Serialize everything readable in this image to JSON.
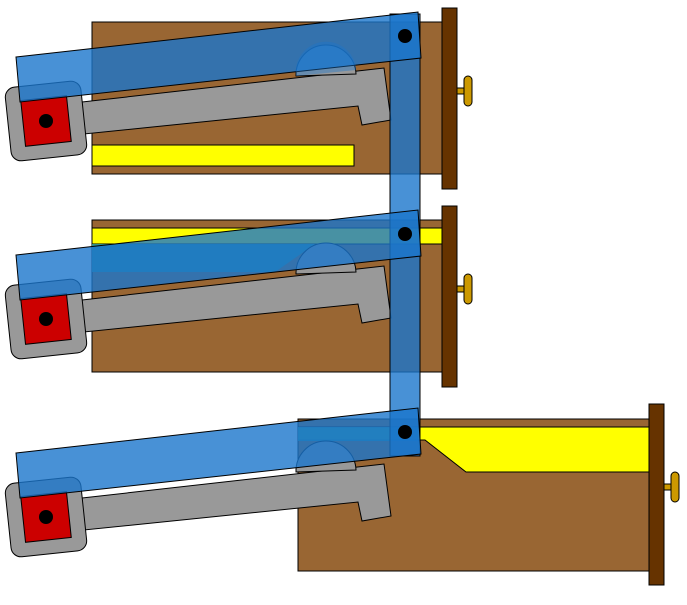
{
  "colors": {
    "background": "#ffffff",
    "drawer_body": "#996633",
    "drawer_front": "#663300",
    "drawer_contents": "#ffff00",
    "drawer_contents_stripe": "#ffff00",
    "handle_knob": "#cc9900",
    "interlock_bar": "#1a75cc",
    "interlock_bar_opacity": "0.8",
    "lever_arm": "#999999",
    "pivot_block": "#cc0000",
    "pivot_block_frame": "#999999",
    "pin": "#000000",
    "outline": "#000000",
    "overlap_tint": "#2e9999"
  },
  "drawers": [
    {
      "id": "top",
      "state": "closed",
      "contents_indicator": "full"
    },
    {
      "id": "middle",
      "state": "closed",
      "contents_indicator": "upper-stripe"
    },
    {
      "id": "bottom",
      "state": "open",
      "contents_indicator": "upper-stripe-angled"
    }
  ],
  "mechanism": {
    "type": "cabinet drawer interlock",
    "levers_count": 3,
    "vertical_link": "shared"
  }
}
